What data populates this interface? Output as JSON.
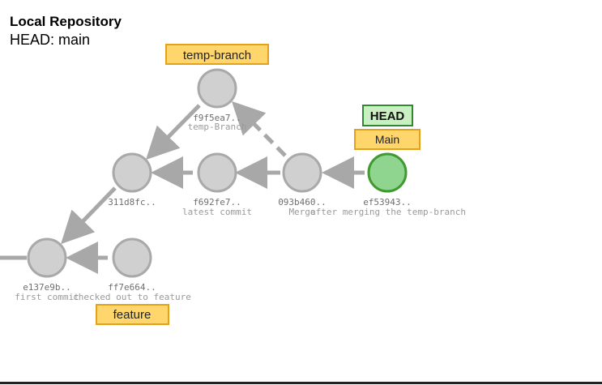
{
  "header": {
    "title": "Local Repository",
    "subtitle": "HEAD: main"
  },
  "labels": {
    "temp_branch": "temp-branch",
    "head": "HEAD",
    "main": "Main",
    "feature": "feature"
  },
  "commits": [
    {
      "hash": "f9f5ea7..",
      "message": "temp-Branch"
    },
    {
      "hash": "311d8fc..",
      "message": ""
    },
    {
      "hash": "f692fe7..",
      "message": "latest commit"
    },
    {
      "hash": "093b460..",
      "message": "Merge"
    },
    {
      "hash": "ef53943..",
      "message": "after merging the temp-branch"
    },
    {
      "hash": "e137e9b..",
      "message": "first commit"
    },
    {
      "hash": "ff7e664..",
      "message": "checked out to feature"
    }
  ],
  "colors": {
    "commit_fill": "#d0d0d0",
    "commit_stroke": "#a9a9a9",
    "head_commit_fill": "#8fd48f",
    "head_commit_stroke": "#3f9a2f",
    "branch_label_fill": "#ffd66b",
    "branch_label_stroke": "#e3a21a",
    "head_label_fill": "#c9efc2",
    "head_label_stroke": "#2f8a2f",
    "arrow": "#a8a8a8"
  }
}
